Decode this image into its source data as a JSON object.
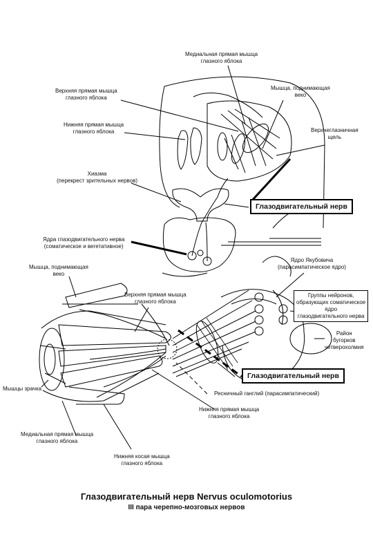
{
  "labels": {
    "medial_rectus_top": "Медиальная прямая мышца\nглазного яблока",
    "superior_rectus_top": "Верхняя прямая мышца\nглазного яблока",
    "levator_top": "Мышца, поднимающая\nвеко",
    "inferior_rectus_top": "Нижняя прямая мышца\nглазного яблока",
    "superior_orbital_fissure": "Верхнеглазничная\nщель",
    "chiasm": "Хиазма\n(перекрест зрительных нервов)",
    "oculomotor_box_top": "Глазодвигательный нерв",
    "nuclei": "Ядра глазодвигательного нерва\n(соматическое и вегетативное)",
    "levator_bottom": "Мышца, поднимающая\nвеко",
    "yakubovich": "Ядро Якубовича\n(парасимпатическое ядро)",
    "superior_rectus_bottom": "Верхняя прямая мышца\nглазного яблока",
    "neuron_groups": "Группы нейронов,\nобразующих соматическое\nядро\nглазодвигательного нерва",
    "colliculi": "Район\nбугорков\nчетверохолмия",
    "oculomotor_box_bottom": "Глазодвигательный нерв",
    "pupil_muscle": "Мышцы зрачка",
    "ciliary_ganglion": "Ресничный ганглий (парасимпатический)",
    "inferior_rectus_bottom": "Нижняя прямая мышца\nглазного яблока",
    "medial_rectus_bottom": "Медиальная прямая мышца\nглазного яблока",
    "inferior_oblique": "Нижняя косая  мышца\nглазного яблока"
  },
  "title": "Глазодвигательный нерв  Nervus oculomotorius",
  "subtitle": "III пара черепно-мозговых нервов"
}
